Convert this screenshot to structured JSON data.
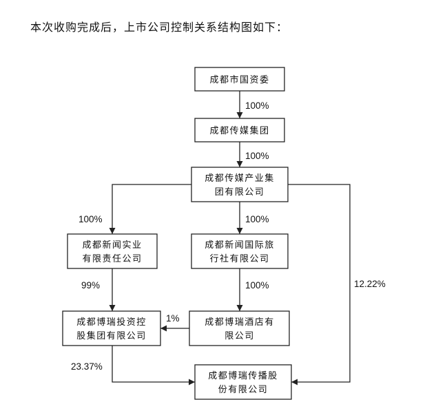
{
  "intro_text": "本次收购完成后，上市公司控制关系结构图如下：",
  "entities": {
    "sasac": [
      "成都市国资委"
    ],
    "media_group": [
      "成都传媒集团"
    ],
    "media_industry": [
      "成都传媒产业集",
      "团有限公司"
    ],
    "news_industry": [
      "成都新闻实业",
      "有限责任公司"
    ],
    "news_travel": [
      "成都新闻国际旅",
      "行社有限公司"
    ],
    "borui_invest": [
      "成都博瑞投资控",
      "股集团有限公司"
    ],
    "borui_hotel": [
      "成都博瑞酒店有",
      "限公司"
    ],
    "borui_listed": [
      "成都博瑞传播股",
      "份有限公司"
    ]
  },
  "holdings": {
    "sasac_to_media_group": "100%",
    "media_group_to_industry": "100%",
    "industry_to_news_industry": "100%",
    "industry_to_news_travel": "100%",
    "industry_to_listed": "12.22%",
    "news_industry_to_borui_invest": "99%",
    "news_travel_to_hotel": "100%",
    "hotel_to_borui_invest": "1%",
    "borui_invest_to_listed": "23.37%"
  }
}
